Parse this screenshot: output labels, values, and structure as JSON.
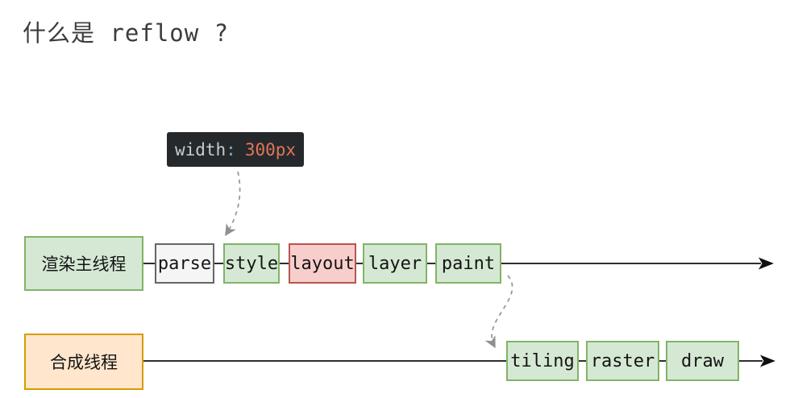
{
  "title": "什么是 reflow ?",
  "tooltip": {
    "property": "width",
    "colon": ":",
    "value": "300px"
  },
  "lanes": [
    {
      "name": "渲染主线程",
      "stages": [
        {
          "label": "parse",
          "style": "gray"
        },
        {
          "label": "style",
          "style": "green"
        },
        {
          "label": "layout",
          "style": "red"
        },
        {
          "label": "layer",
          "style": "green"
        },
        {
          "label": "paint",
          "style": "green"
        }
      ]
    },
    {
      "name": "合成线程",
      "stages": [
        {
          "label": "tiling",
          "style": "green"
        },
        {
          "label": "raster",
          "style": "green"
        },
        {
          "label": "draw",
          "style": "green"
        }
      ]
    }
  ],
  "colors": {
    "green_fill": "#d5e8d4",
    "green_border": "#82b366",
    "gray_fill": "#f5f5f5",
    "gray_border": "#666666",
    "red_fill": "#f8cecc",
    "red_border": "#b85450",
    "orange_fill": "#ffe6cc",
    "orange_border": "#d79b00",
    "tooltip_bg": "#26292b",
    "tooltip_property": "#c3ced3",
    "tooltip_colon": "#6fb3c8",
    "tooltip_value": "#e0765a",
    "timeline_line": "#111111",
    "dashed_arrow": "#999999",
    "title_text": "#3c3c3c"
  }
}
